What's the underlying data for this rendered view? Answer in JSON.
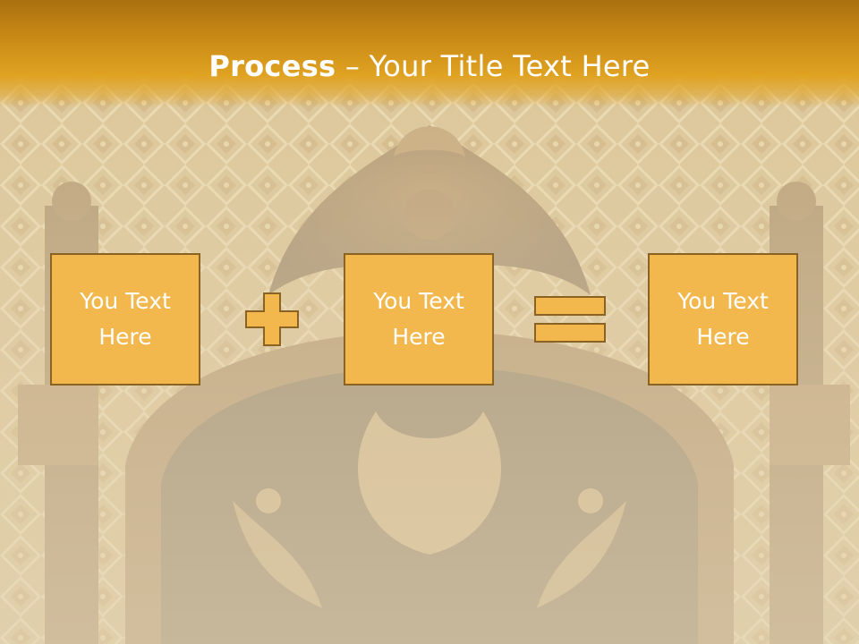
{
  "slide": {
    "title_bold": "Process",
    "title_rest": " – Your Title Text Here"
  },
  "process": {
    "boxes": [
      {
        "line1": "You Text",
        "line2": "Here"
      },
      {
        "line1": "You Text",
        "line2": "Here"
      },
      {
        "line1": "You Text",
        "line2": "Here"
      }
    ],
    "operators": [
      "plus-icon",
      "equals-icon"
    ]
  },
  "colors": {
    "title_bar": "#e0a221",
    "box_fill": "#f2b84e",
    "box_border": "#8a6322",
    "text": "#ffffff"
  }
}
